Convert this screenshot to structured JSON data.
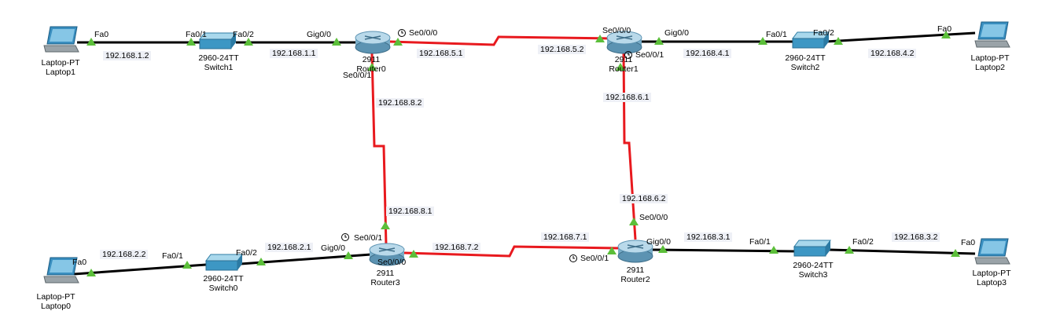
{
  "devices": {
    "laptop1": {
      "type": "Laptop-PT",
      "name": "Laptop1"
    },
    "laptop0": {
      "type": "Laptop-PT",
      "name": "Laptop0"
    },
    "laptop2": {
      "type": "Laptop-PT",
      "name": "Laptop2"
    },
    "laptop3": {
      "type": "Laptop-PT",
      "name": "Laptop3"
    },
    "switch1": {
      "type": "2960-24TT",
      "name": "Switch1"
    },
    "switch0": {
      "type": "2960-24TT",
      "name": "Switch0"
    },
    "switch2": {
      "type": "2960-24TT",
      "name": "Switch2"
    },
    "switch3": {
      "type": "2960-24TT",
      "name": "Switch3"
    },
    "router0": {
      "type": "2911",
      "name": "Router0"
    },
    "router1": {
      "type": "2911",
      "name": "Router1"
    },
    "router2": {
      "type": "2911",
      "name": "Router2"
    },
    "router3": {
      "type": "2911",
      "name": "Router3"
    }
  },
  "ports": {
    "fa0": "Fa0",
    "fa0_1": "Fa0/1",
    "fa0_2": "Fa0/2",
    "gig0_0": "Gig0/0",
    "se0_0_0": "Se0/0/0",
    "se0_0_1": "Se0/0/1"
  },
  "ips": {
    "l1": "192.168.1.2",
    "r0g": "192.168.1.1",
    "r0s0": "192.168.5.1",
    "r1s0": "192.168.5.2",
    "r1g": "192.168.4.1",
    "l2": "192.168.4.2",
    "r0s1": "192.168.8.2",
    "r3s1": "192.168.8.1",
    "r1s1": "192.168.6.1",
    "r2s0": "192.168.6.2",
    "l0": "192.168.2.2",
    "r3g": "192.168.2.1",
    "r3s0": "192.168.7.2",
    "r2s1": "192.168.7.1",
    "r2g": "192.168.3.1",
    "l3": "192.168.3.2"
  },
  "colors": {
    "ethernet": "#000000",
    "serial": "#e8191e",
    "link_up": "#5cbf3a",
    "device": "#2f8fbf"
  }
}
